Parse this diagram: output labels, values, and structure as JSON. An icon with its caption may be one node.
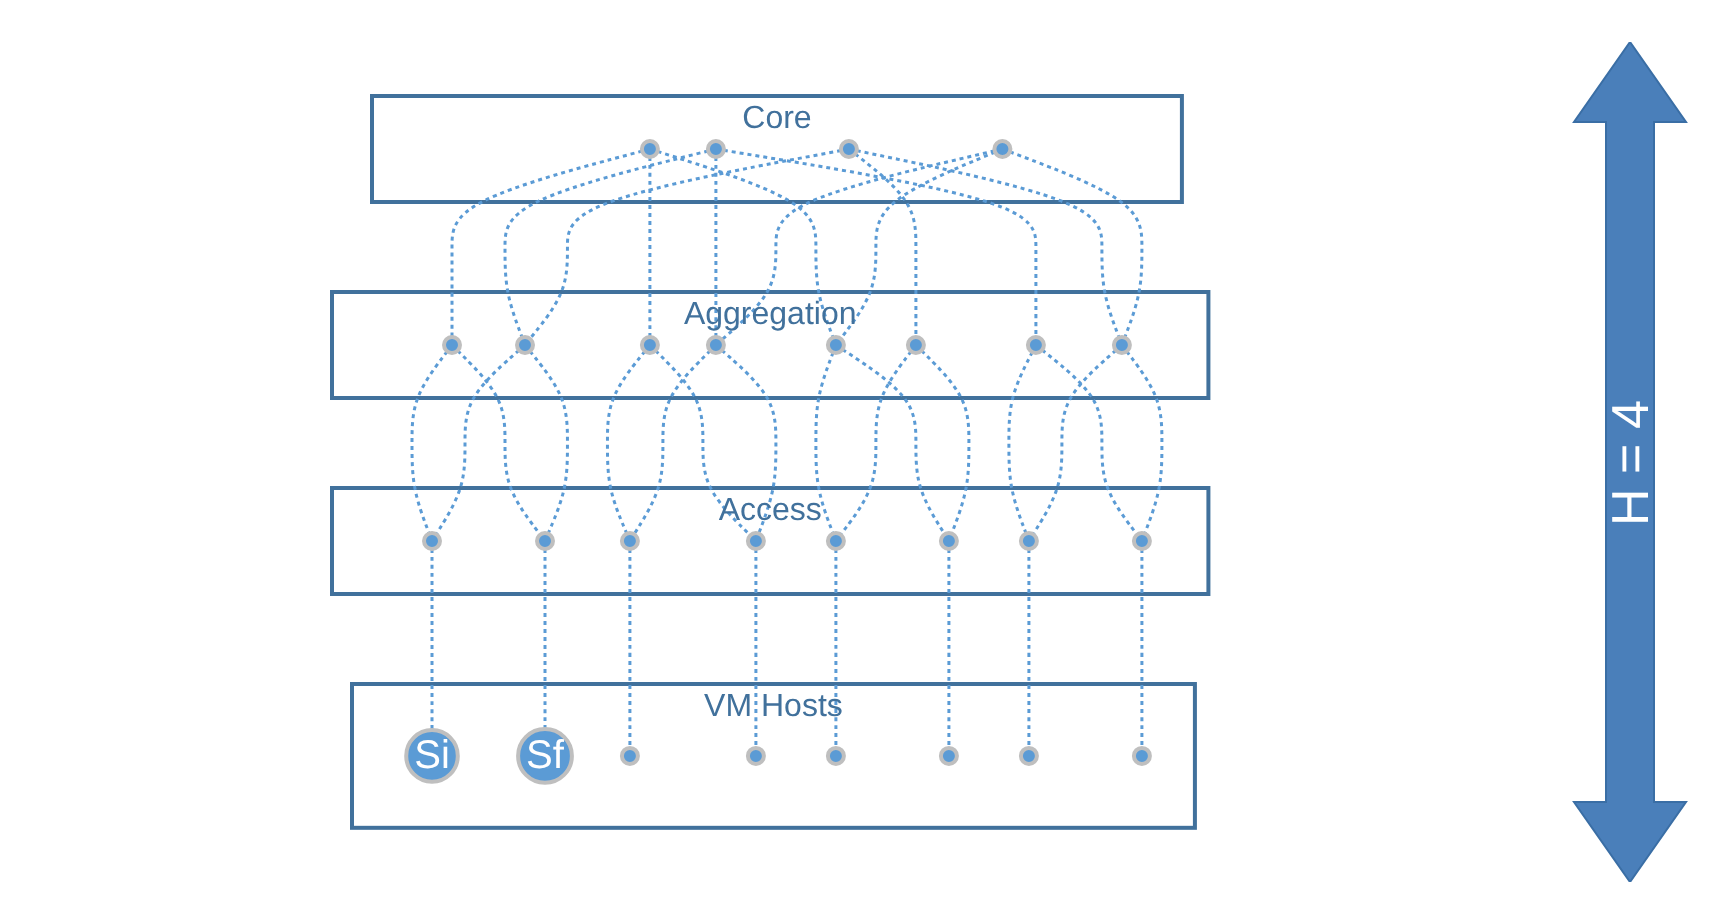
{
  "diagram": {
    "nodes": [
      {
        "text": [
          "Core"
        ]
      },
      {
        "text": [],
        "shape": "circle",
        "in": 0
      },
      {
        "text": [],
        "shape": "circle",
        "in": 0
      },
      {
        "text": [],
        "shape": "circle",
        "in": 0
      },
      {
        "text": [],
        "shape": "circle",
        "in": 0
      },
      {
        "text": [
          "Aggregation"
        ]
      },
      {
        "text": [],
        "shape": "circle",
        "in": 5
      },
      {
        "text": [],
        "shape": "circle",
        "in": 5
      },
      {
        "text": [],
        "shape": "circle",
        "in": 5
      },
      {
        "text": [],
        "shape": "circle",
        "in": 5
      },
      {
        "text": [],
        "shape": "circle",
        "in": 5
      },
      {
        "text": [],
        "shape": "circle",
        "in": 5
      },
      {
        "text": [],
        "shape": "circle",
        "in": 5
      },
      {
        "text": [],
        "shape": "circle",
        "in": 5
      },
      {
        "text": [
          "Access"
        ]
      },
      {
        "text": [],
        "shape": "circle",
        "in": 14
      },
      {
        "text": [],
        "shape": "circle",
        "in": 14
      },
      {
        "text": [],
        "shape": "circle",
        "in": 14
      },
      {
        "text": [],
        "shape": "circle",
        "in": 14
      },
      {
        "text": [],
        "shape": "circle",
        "in": 14
      },
      {
        "text": [],
        "shape": "circle",
        "in": 14
      },
      {
        "text": [],
        "shape": "circle",
        "in": 14
      },
      {
        "text": [],
        "shape": "circle",
        "in": 14
      },
      {
        "text": [
          "VM Hosts"
        ]
      },
      {
        "text": [
          "Si"
        ],
        "in": 23
      },
      {
        "text": [
          "Sf"
        ],
        "in": 23
      },
      {
        "text": [],
        "shape": "circle",
        "in": 23
      },
      {
        "text": [],
        "shape": "circle",
        "in": 23
      },
      {
        "text": [],
        "shape": "circle",
        "in": 23
      },
      {
        "text": [],
        "shape": "circle",
        "in": 23
      },
      {
        "text": [],
        "shape": "circle",
        "in": 23
      },
      {
        "text": [],
        "shape": "circle",
        "in": 23
      }
    ],
    "edges": [
      {
        "from": 1,
        "to": 6,
        "arrow": "none",
        "style": "dashed"
      },
      {
        "from": 1,
        "to": 8,
        "arrow": "none",
        "style": "dashed"
      },
      {
        "from": 1,
        "to": 10,
        "arrow": "none",
        "style": "dashed"
      },
      {
        "from": 2,
        "to": 7,
        "arrow": "none",
        "style": "dashed"
      },
      {
        "from": 2,
        "to": 9,
        "arrow": "none",
        "style": "dashed"
      },
      {
        "from": 2,
        "to": 12,
        "arrow": "none",
        "style": "dashed"
      },
      {
        "from": 3,
        "to": 7,
        "arrow": "none",
        "style": "dashed"
      },
      {
        "from": 3,
        "to": 11,
        "arrow": "none",
        "style": "dashed"
      },
      {
        "from": 3,
        "to": 13,
        "arrow": "none",
        "style": "dashed"
      },
      {
        "from": 4,
        "to": 9,
        "arrow": "none",
        "style": "dashed"
      },
      {
        "from": 4,
        "to": 10,
        "arrow": "none",
        "style": "dashed"
      },
      {
        "from": 4,
        "to": 13,
        "arrow": "none",
        "style": "dashed"
      },
      {
        "from": 6,
        "to": 15,
        "arrow": "none",
        "style": "dashed"
      },
      {
        "from": 6,
        "to": 16,
        "arrow": "none",
        "style": "dashed"
      },
      {
        "from": 7,
        "to": 15,
        "arrow": "none",
        "style": "dashed"
      },
      {
        "from": 7,
        "to": 16,
        "arrow": "none",
        "style": "dashed"
      },
      {
        "from": 8,
        "to": 17,
        "arrow": "none",
        "style": "dashed"
      },
      {
        "from": 8,
        "to": 18,
        "arrow": "none",
        "style": "dashed"
      },
      {
        "from": 9,
        "to": 17,
        "arrow": "none",
        "style": "dashed"
      },
      {
        "from": 9,
        "to": 18,
        "arrow": "none",
        "style": "dashed"
      },
      {
        "from": 10,
        "to": 19,
        "arrow": "none",
        "style": "dashed"
      },
      {
        "from": 10,
        "to": 20,
        "arrow": "none",
        "style": "dashed"
      },
      {
        "from": 11,
        "to": 19,
        "arrow": "none",
        "style": "dashed"
      },
      {
        "from": 11,
        "to": 20,
        "arrow": "none",
        "style": "dashed"
      },
      {
        "from": 12,
        "to": 21,
        "arrow": "none",
        "style": "dashed"
      },
      {
        "from": 12,
        "to": 22,
        "arrow": "none",
        "style": "dashed"
      },
      {
        "from": 13,
        "to": 21,
        "arrow": "none",
        "style": "dashed"
      },
      {
        "from": 13,
        "to": 22,
        "arrow": "none",
        "style": "dashed"
      },
      {
        "from": 15,
        "to": 24,
        "arrow": "none",
        "style": "dashed"
      },
      {
        "from": 16,
        "to": 25,
        "arrow": "none",
        "style": "dashed"
      },
      {
        "from": 17,
        "to": 26,
        "arrow": "none",
        "style": "dashed"
      },
      {
        "from": 18,
        "to": 27,
        "arrow": "none",
        "style": "dashed"
      },
      {
        "from": 19,
        "to": 28,
        "arrow": "none",
        "style": "dashed"
      },
      {
        "from": 20,
        "to": 29,
        "arrow": "none",
        "style": "dashed"
      },
      {
        "from": 21,
        "to": 30,
        "arrow": "none",
        "style": "dashed"
      },
      {
        "from": 22,
        "to": 31,
        "arrow": "none",
        "style": "dashed"
      }
    ],
    "labels": [
      "H = 4"
    ]
  }
}
